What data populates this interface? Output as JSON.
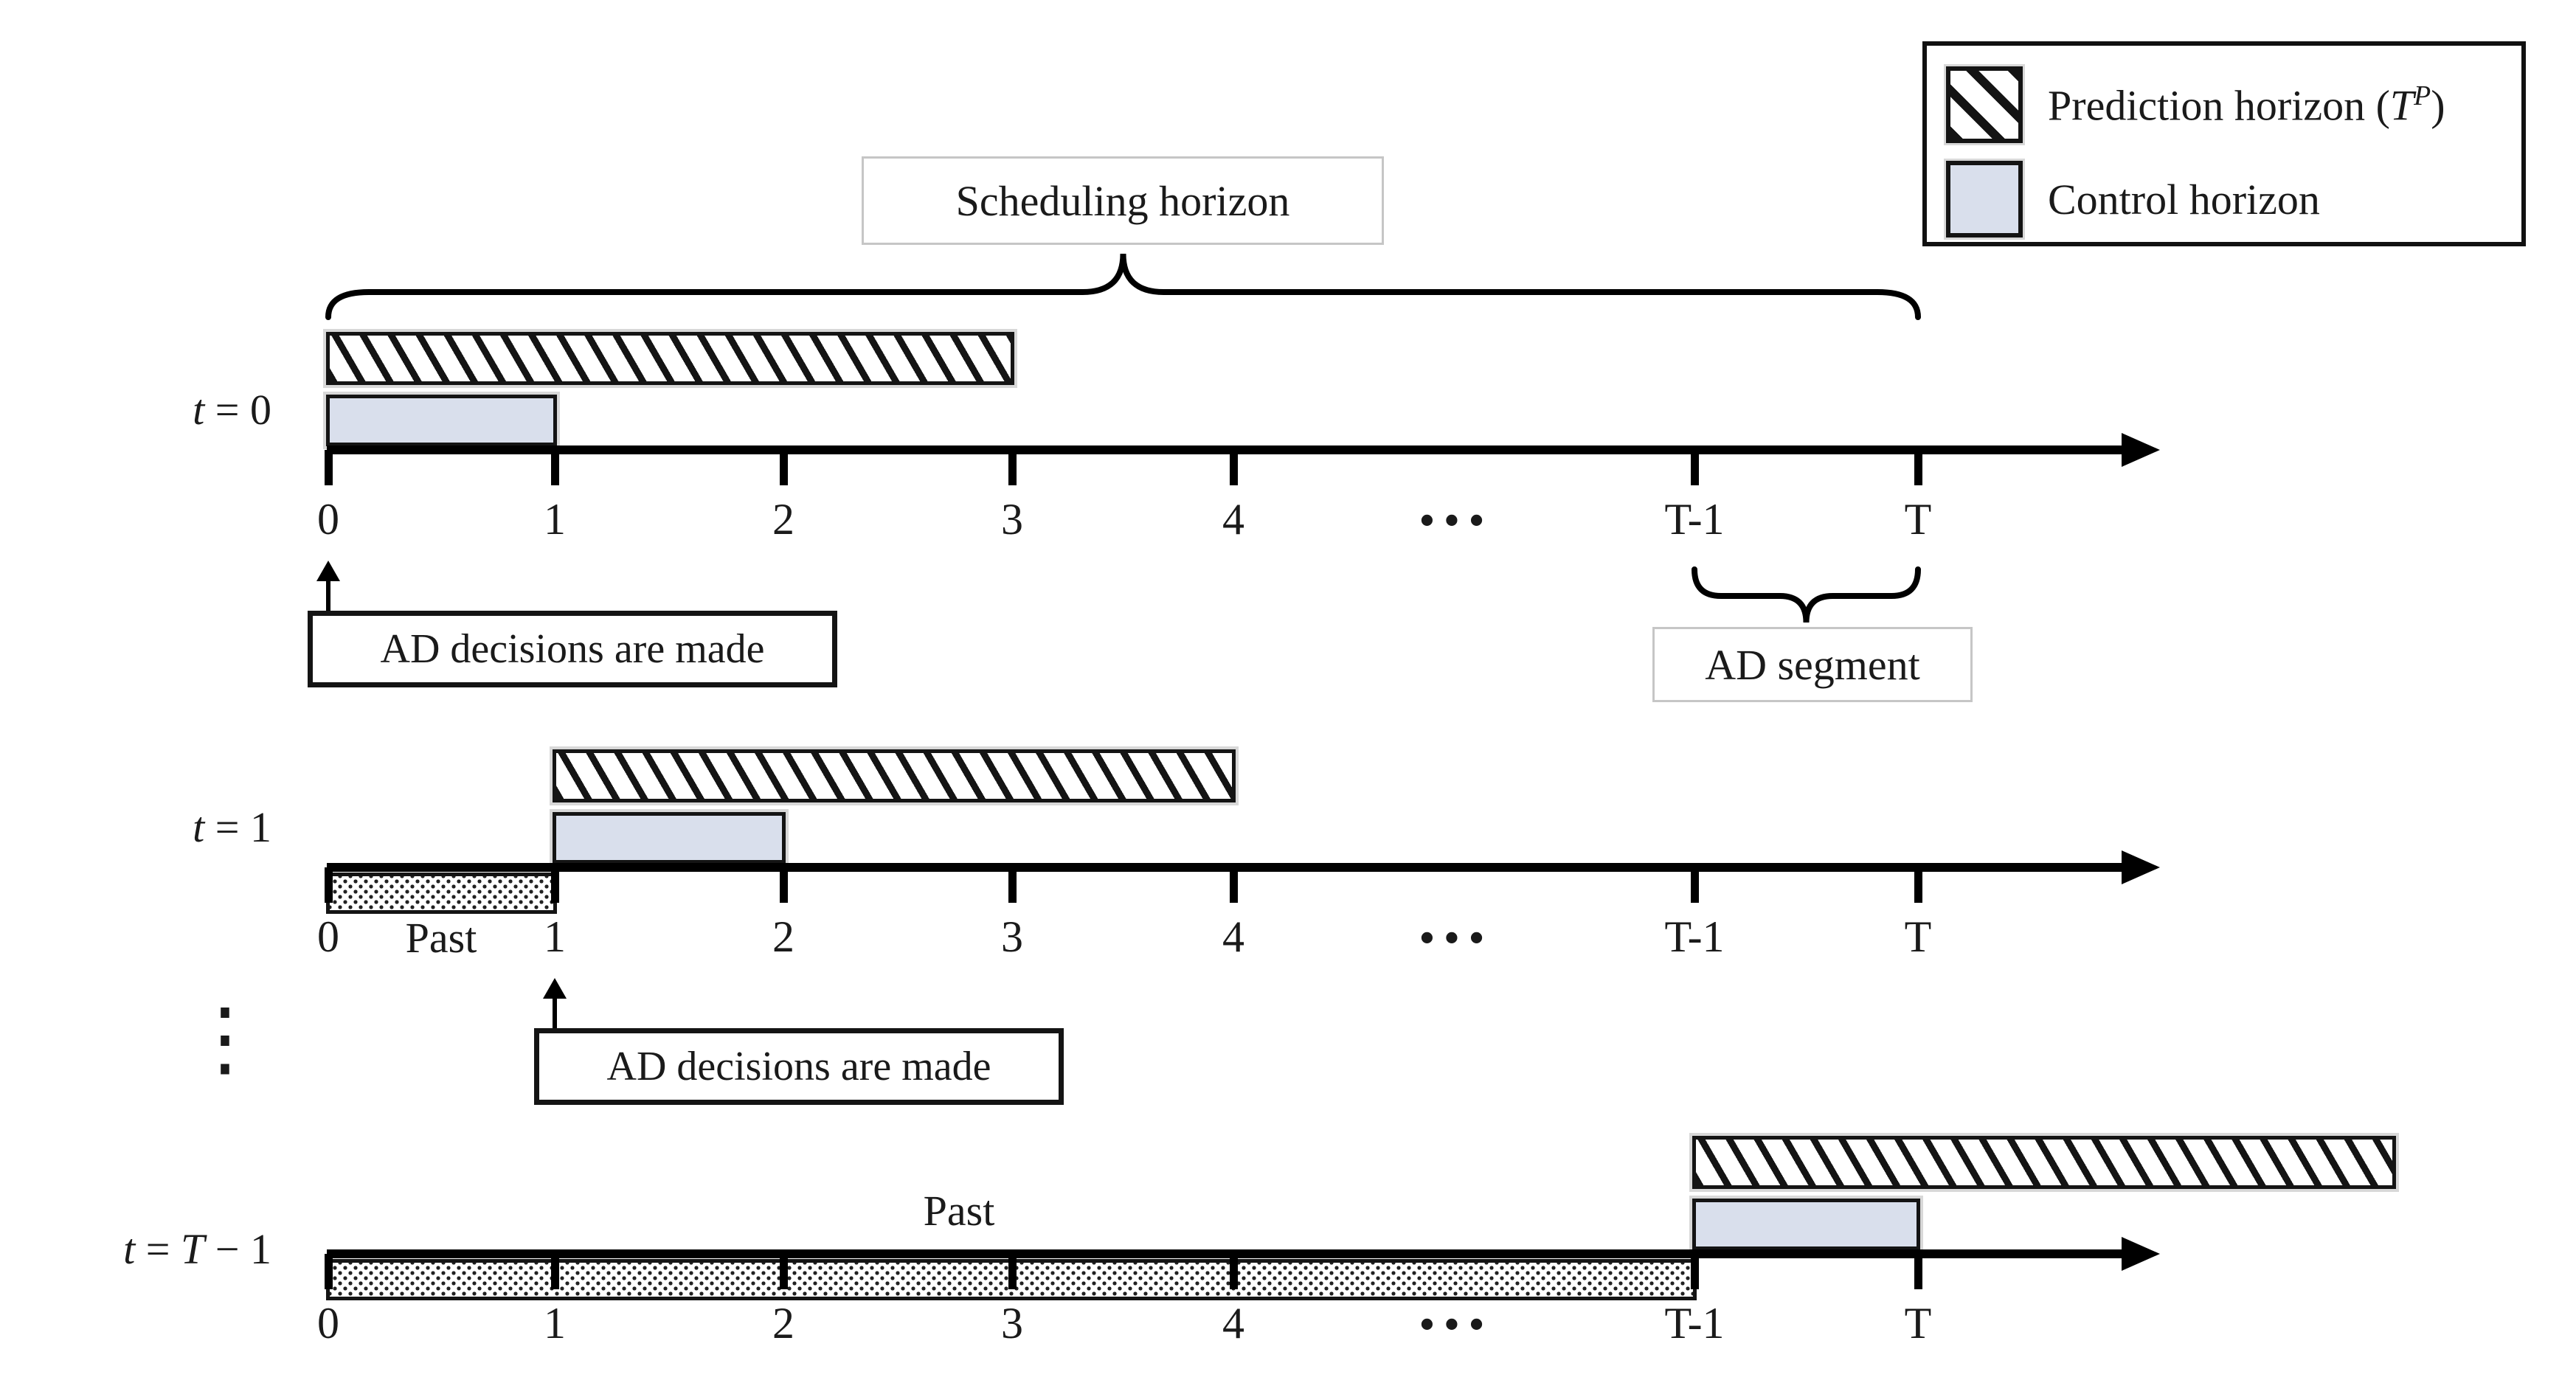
{
  "diagram": {
    "title_semantic": "Rolling horizon scheduling diagram",
    "colors": {
      "hatch_stroke": "#141414",
      "control_fill": "#d9dfec",
      "past_dot": "#222222",
      "gray_box_border": "#c6c6c6",
      "black": "#000000"
    },
    "legend": {
      "items": [
        {
          "swatch": "hatch",
          "segments": [
            {
              "text": "Prediction horizon ("
            },
            {
              "text": "T",
              "italic": true
            },
            {
              "text": "P",
              "italic": true,
              "sup": true
            },
            {
              "text": ")"
            }
          ]
        },
        {
          "swatch": "control",
          "segments": [
            {
              "text": "Control horizon"
            }
          ]
        }
      ]
    },
    "scheduling_horizon_label": "Scheduling horizon",
    "ad_decisions_label": "AD decisions are made",
    "ad_segment_label": "AD segment",
    "past_label": "Past",
    "ellipsis": "•••",
    "vertical_ellipsis": "⋮",
    "tick_labels": [
      "0",
      "1",
      "2",
      "3",
      "4",
      "T-1",
      "T"
    ],
    "rows": [
      {
        "time_segments": [
          {
            "text": "t",
            "italic": true
          },
          {
            "text": " = 0"
          }
        ],
        "prediction": [
          0,
          3
        ],
        "control": [
          0,
          1
        ],
        "past": null,
        "decision_tick": 0,
        "has_overbrace": true,
        "has_segment_brace": true
      },
      {
        "time_segments": [
          {
            "text": "t",
            "italic": true
          },
          {
            "text": " = 1"
          }
        ],
        "prediction": [
          1,
          4
        ],
        "control": [
          1,
          2
        ],
        "past": [
          0,
          1
        ],
        "past_label_mode": "inline",
        "decision_tick": 1
      },
      {
        "time_segments": [
          {
            "text": "t",
            "italic": true
          },
          {
            "text": " = "
          },
          {
            "text": "T",
            "italic": true
          },
          {
            "text": " − 1"
          }
        ],
        "prediction": [
          5,
          7
        ],
        "control": [
          5,
          6
        ],
        "past": [
          0,
          5
        ],
        "past_label_mode": "above"
      }
    ]
  }
}
